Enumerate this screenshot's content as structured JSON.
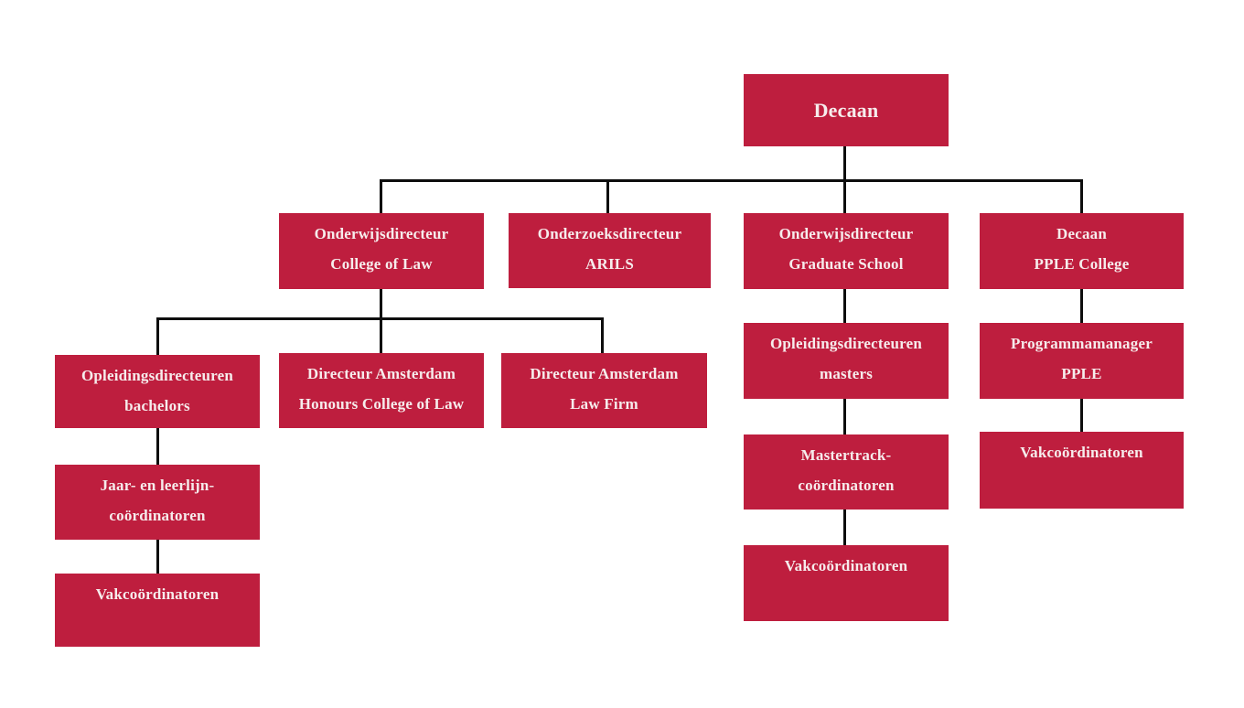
{
  "diagram": {
    "type": "org-chart",
    "colors": {
      "node_fill": "#BE1E3E",
      "node_text": "#F6ECEC",
      "connector": "#0d0d0d",
      "background": "#ffffff"
    },
    "nodes": {
      "decaan": {
        "line1": "Decaan"
      },
      "onderwijsdirecteur_college_of_law": {
        "line1": "Onderwijsdirecteur",
        "line2": "College of Law"
      },
      "onderzoeksdirecteur_arils": {
        "line1": "Onderzoeksdirecteur",
        "line2": "ARILS"
      },
      "onderwijsdirecteur_graduate_school": {
        "line1": "Onderwijsdirecteur",
        "line2": "Graduate School"
      },
      "decaan_pple_college": {
        "line1": "Decaan",
        "line2": "PPLE College"
      },
      "opleidingsdirecteuren_bachelors": {
        "line1": "Opleidingsdirecteuren",
        "line2": "bachelors"
      },
      "directeur_amsterdam_honours_college": {
        "line1": "Directeur Amsterdam",
        "line2": "Honours College of Law"
      },
      "directeur_amsterdam_law_firm": {
        "line1": "Directeur Amsterdam",
        "line2": "Law Firm"
      },
      "opleidingsdirecteuren_masters": {
        "line1": "Opleidingsdirecteuren",
        "line2": "masters"
      },
      "programmamanager_pple": {
        "line1": "Programmamanager",
        "line2": "PPLE"
      },
      "jaar_en_leerlijn_coordinatoren": {
        "line1": "Jaar- en leerlijn-",
        "line2": "coördinatoren"
      },
      "mastertrack_coordinatoren": {
        "line1": "Mastertrack-",
        "line2": "coördinatoren"
      },
      "vakcoordinatoren_bachelors": {
        "line1": "Vakcoördinatoren"
      },
      "vakcoordinatoren_masters": {
        "line1": "Vakcoördinatoren"
      },
      "vakcoordinatoren_pple": {
        "line1": "Vakcoördinatoren"
      }
    },
    "hierarchy": [
      {
        "parent": "Decaan",
        "children": [
          "Onderwijsdirecteur College of Law",
          "Onderzoeksdirecteur ARILS",
          "Onderwijsdirecteur Graduate School",
          "Decaan PPLE College"
        ]
      },
      {
        "parent": "Onderwijsdirecteur College of Law",
        "children": [
          "Opleidingsdirecteuren bachelors",
          "Directeur Amsterdam Honours College of Law",
          "Directeur Amsterdam Law Firm"
        ]
      },
      {
        "parent": "Opleidingsdirecteuren bachelors",
        "children": [
          "Jaar- en leerlijn-coördinatoren"
        ]
      },
      {
        "parent": "Jaar- en leerlijn-coördinatoren",
        "children": [
          "Vakcoördinatoren"
        ]
      },
      {
        "parent": "Onderwijsdirecteur Graduate School",
        "children": [
          "Opleidingsdirecteuren masters"
        ]
      },
      {
        "parent": "Opleidingsdirecteuren masters",
        "children": [
          "Mastertrack-coördinatoren"
        ]
      },
      {
        "parent": "Mastertrack-coördinatoren",
        "children": [
          "Vakcoördinatoren"
        ]
      },
      {
        "parent": "Decaan PPLE College",
        "children": [
          "Programmamanager PPLE"
        ]
      },
      {
        "parent": "Programmamanager PPLE",
        "children": [
          "Vakcoördinatoren"
        ]
      }
    ]
  }
}
